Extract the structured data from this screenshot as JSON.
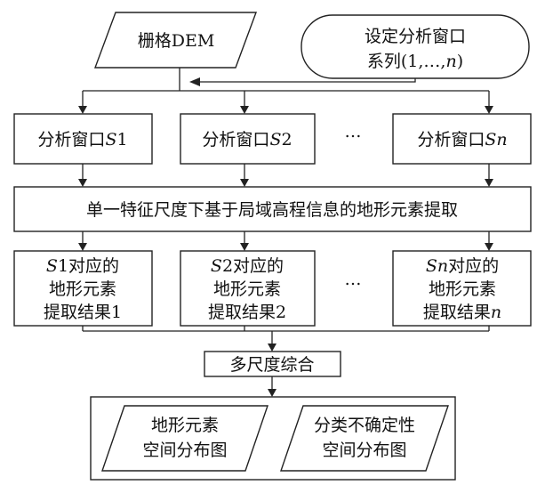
{
  "input_dem": "栅格DEM",
  "window_series": {
    "line1": "设定分析窗口",
    "line2_prefix": "系列(1,…,",
    "line2_var": "n",
    "line2_suffix": ")"
  },
  "analysis_windows": [
    {
      "prefix": "分析窗口",
      "var": "S",
      "num": "1"
    },
    {
      "prefix": "分析窗口",
      "var": "S",
      "num": "2"
    },
    {
      "prefix": "分析窗口",
      "var": "S",
      "num": "n"
    }
  ],
  "ellipsis": "…",
  "extraction_step": "单一特征尺度下基于局域高程信息的地形元素提取",
  "results": [
    {
      "var": "S",
      "num": "1",
      "line1_suffix": "对应的",
      "line2": "地形元素",
      "line3_prefix": "提取结果",
      "line3_num": "1"
    },
    {
      "var": "S",
      "num": "2",
      "line1_suffix": "对应的",
      "line2": "地形元素",
      "line3_prefix": "提取结果",
      "line3_num": "2"
    },
    {
      "var": "S",
      "num": "n",
      "line1_suffix": "对应的",
      "line2": "地形元素",
      "line3_prefix": "提取结果",
      "line3_num": "n"
    }
  ],
  "synthesis": "多尺度综合",
  "outputs": [
    {
      "line1": "地形元素",
      "line2": "空间分布图"
    },
    {
      "line1": "分类不确定性",
      "line2": "空间分布图"
    }
  ]
}
